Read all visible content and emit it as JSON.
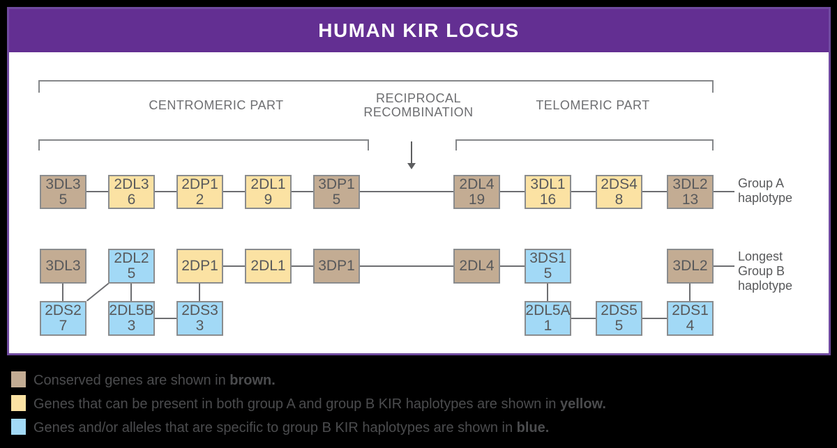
{
  "title": "HUMAN KIR LOCUS",
  "region_labels": {
    "centromeric": "CENTROMERIC PART",
    "recombination": [
      "RECIPROCAL",
      "RECOMBINATION"
    ],
    "telomeric": "TELOMERIC PART"
  },
  "colors": {
    "header_purple": "#632f92",
    "card_border_purple": "#6f4a9f",
    "conserved_brown": "#c3ac93",
    "shared_yellow": "#fbe2a3",
    "b_specific_blue": "#a2d9f6",
    "box_border_gray": "#8a8c8e",
    "connector_gray": "#6d6e71",
    "text_gray": "#58595b",
    "background_black": "#000000",
    "card_white": "#ffffff"
  },
  "group_a": {
    "label": [
      "Group A",
      "haplotype"
    ],
    "genes": [
      {
        "name": "3DL3",
        "alleles": "5",
        "type": "conserved"
      },
      {
        "name": "2DL3",
        "alleles": "6",
        "type": "shared"
      },
      {
        "name": "2DP1",
        "alleles": "2",
        "type": "shared"
      },
      {
        "name": "2DL1",
        "alleles": "9",
        "type": "shared"
      },
      {
        "name": "3DP1",
        "alleles": "5",
        "type": "conserved"
      },
      {
        "name": "2DL4",
        "alleles": "19",
        "type": "conserved"
      },
      {
        "name": "3DL1",
        "alleles": "16",
        "type": "shared"
      },
      {
        "name": "2DS4",
        "alleles": "8",
        "type": "shared"
      },
      {
        "name": "3DL2",
        "alleles": "13",
        "type": "conserved"
      }
    ]
  },
  "group_b": {
    "label": [
      "Longest",
      "Group B",
      "haplotype"
    ],
    "top_genes": [
      {
        "name": "3DL3",
        "type": "conserved"
      },
      {
        "name": "2DL2",
        "alleles": "5",
        "type": "b_specific"
      },
      {
        "name": "2DP1",
        "type": "shared"
      },
      {
        "name": "2DL1",
        "type": "shared"
      },
      {
        "name": "3DP1",
        "type": "conserved"
      },
      {
        "name": "2DL4",
        "type": "conserved"
      },
      {
        "name": "3DS1",
        "alleles": "5",
        "type": "b_specific"
      },
      {
        "name": "3DL2",
        "type": "conserved"
      }
    ],
    "bottom_genes": [
      {
        "name": "2DS2",
        "alleles": "7",
        "type": "b_specific"
      },
      {
        "name": "2DL5B",
        "alleles": "3",
        "type": "b_specific"
      },
      {
        "name": "2DS3",
        "alleles": "3",
        "type": "b_specific"
      },
      {
        "name": "2DL5A",
        "alleles": "1",
        "type": "b_specific"
      },
      {
        "name": "2DS5",
        "alleles": "5",
        "type": "b_specific"
      },
      {
        "name": "2DS1",
        "alleles": "4",
        "type": "b_specific"
      }
    ]
  },
  "legend": [
    {
      "text": "Conserved genes are shown in ",
      "bold": "brown."
    },
    {
      "text": "Genes that can be present in both group A and group B KIR haplotypes are shown in ",
      "bold": "yellow."
    },
    {
      "text": "Genes and/or alleles that are specific to group B KIR haplotypes are shown in ",
      "bold": "blue."
    }
  ]
}
